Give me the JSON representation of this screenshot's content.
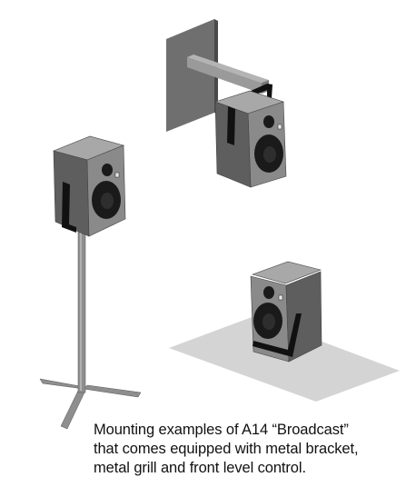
{
  "caption": {
    "lines": [
      "Mounting examples of A14 “Broadcast”",
      "that comes equipped  with metal bracket,",
      "metal grill and front level control."
    ]
  },
  "colors": {
    "cabinet_front": "#8a8a8a",
    "cabinet_side": "#5e5e5e",
    "cabinet_top": "#a8a8a8",
    "driver": "#1a1a1a",
    "bracket": "#111111",
    "wall_plate": "#6f6f6f",
    "arm": "#9a9a9a",
    "stand": "#8e8e8e",
    "floor": "#d4d4d4"
  }
}
